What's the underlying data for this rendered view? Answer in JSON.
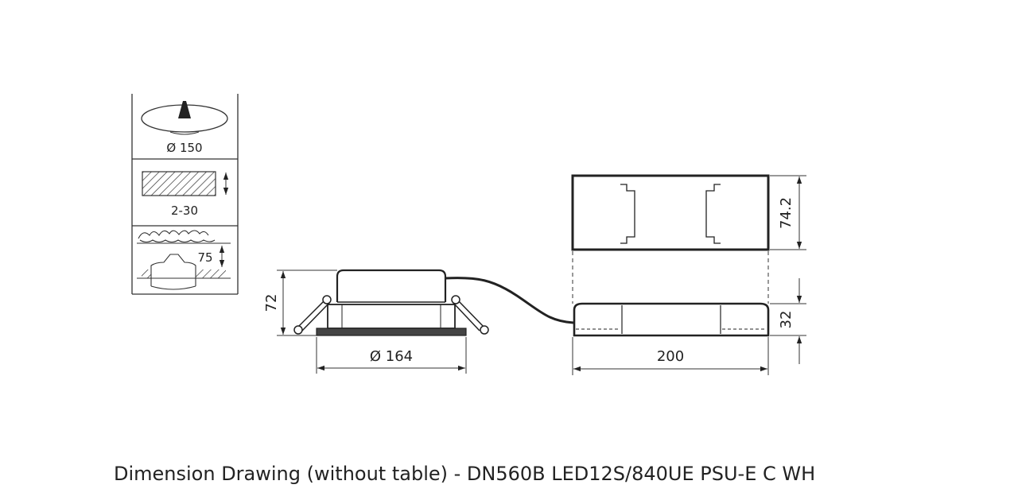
{
  "installation_panel": {
    "cutout_label": "Ø 150",
    "ceiling_thickness_label": "2-30",
    "clearance_label": "75"
  },
  "luminaire": {
    "height_label": "72",
    "diameter_label": "Ø 164"
  },
  "driver": {
    "width_label": "74.2",
    "height_label": "32",
    "length_label": "200"
  },
  "caption": "Dimension Drawing (without table) - DN560B LED12S/840UE PSU-E C WH"
}
